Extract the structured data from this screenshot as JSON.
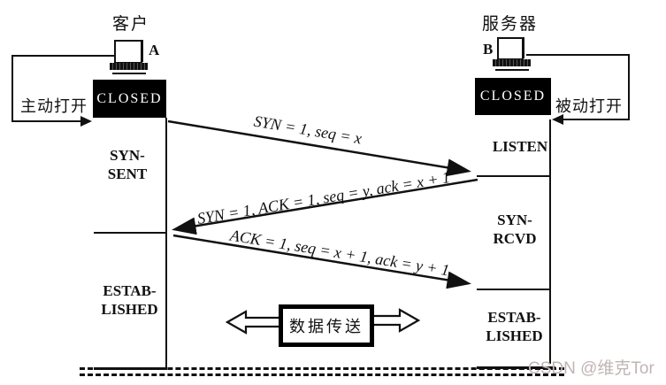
{
  "client": {
    "label": "客户",
    "host_letter": "A",
    "open_label": "主动打开",
    "states": {
      "closed": "CLOSED",
      "syn_sent": "SYN-\nSENT",
      "established": "ESTAB-\nLISHED"
    }
  },
  "server": {
    "label": "服务器",
    "host_letter": "B",
    "open_label": "被动打开",
    "states": {
      "closed": "CLOSED",
      "listen": "LISTEN",
      "syn_rcvd": "SYN-\nRCVD",
      "established": "ESTAB-\nLISHED"
    }
  },
  "messages": [
    {
      "label": "SYN = 1, seq = x",
      "direction": "client-to-server"
    },
    {
      "label": "SYN = 1, ACK = 1, seq = y, ack = x + 1",
      "direction": "server-to-client"
    },
    {
      "label": "ACK = 1, seq = x + 1, ack = y + 1",
      "direction": "client-to-server"
    }
  ],
  "data_transfer": {
    "label": "数据传送"
  },
  "watermark": "CSDN @维克Tor",
  "colors": {
    "ink": "#111111",
    "state_box_bg": "#000000",
    "state_box_text": "#ffffff",
    "watermark": "#c2b4b4"
  }
}
